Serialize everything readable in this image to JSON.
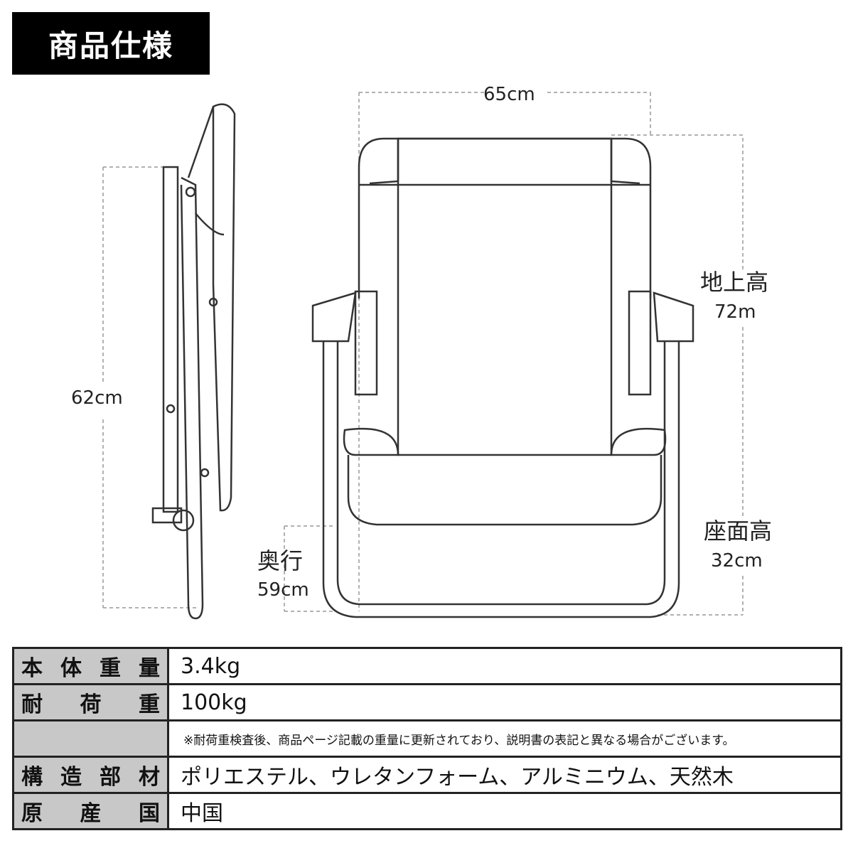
{
  "title": "商品仕様",
  "dimensions": {
    "width": "65cm",
    "height_label": "地上高",
    "height_value": "72m",
    "seat_label": "座面高",
    "seat_value": "32cm",
    "depth_label": "奥行",
    "depth_value": "59cm",
    "folded_height": "62cm"
  },
  "specs": [
    {
      "label": "本体重量",
      "value": "3.4kg"
    },
    {
      "label": "耐荷重",
      "value": "100kg"
    },
    {
      "label": "",
      "value": "※耐荷重検査後、商品ページ記載の重量に更新されており、説明書の表記と異なる場合がございます。"
    },
    {
      "label": "構造部材",
      "value": "ポリエステル、ウレタンフォーム、アルミニウム、天然木"
    },
    {
      "label": "原産国",
      "value": "中国"
    }
  ]
}
